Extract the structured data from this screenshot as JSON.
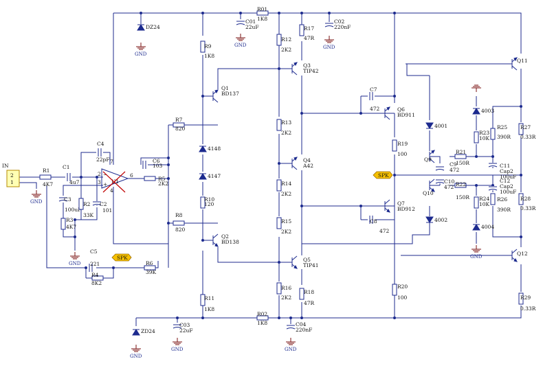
{
  "title": "",
  "input": {
    "name": "IN",
    "pins": [
      "2",
      "1"
    ]
  },
  "gnd_label": "GND",
  "spk_label": "SPK",
  "opamp": {
    "name": "U1",
    "pins": [
      "7",
      "2",
      "3",
      "4",
      "6"
    ]
  },
  "resistors": [
    {
      "id": "R1",
      "value": "4K7"
    },
    {
      "id": "R2",
      "value": "33K"
    },
    {
      "id": "R3",
      "value": "4K7"
    },
    {
      "id": "R4",
      "value": "8K2"
    },
    {
      "id": "R5",
      "value": "2K2"
    },
    {
      "id": "R6",
      "value": "39K"
    },
    {
      "id": "R7",
      "value": "820"
    },
    {
      "id": "R8",
      "value": "820"
    },
    {
      "id": "R9",
      "value": "1K8"
    },
    {
      "id": "R10",
      "value": "120"
    },
    {
      "id": "R11",
      "value": "1K8"
    },
    {
      "id": "R12",
      "value": "2K2"
    },
    {
      "id": "R13",
      "value": "2K2"
    },
    {
      "id": "R14",
      "value": "2K2"
    },
    {
      "id": "R15",
      "value": "2K2"
    },
    {
      "id": "R16",
      "value": "2K2"
    },
    {
      "id": "R17",
      "value": "47R"
    },
    {
      "id": "R18",
      "value": "47R"
    },
    {
      "id": "R19",
      "value": "100"
    },
    {
      "id": "R20",
      "value": "100"
    },
    {
      "id": "R21",
      "value": "150R"
    },
    {
      "id": "R22",
      "value": "150R"
    },
    {
      "id": "R23",
      "value": "10K"
    },
    {
      "id": "R24",
      "value": "10K"
    },
    {
      "id": "R25",
      "value": "390R"
    },
    {
      "id": "R26",
      "value": "390R"
    },
    {
      "id": "R27",
      "value": "0.33R"
    },
    {
      "id": "R28",
      "value": "0.33R"
    },
    {
      "id": "R29",
      "value": "0.33R"
    },
    {
      "id": "R01",
      "value": "1K8"
    },
    {
      "id": "R02",
      "value": "1K8"
    }
  ],
  "capacitors": [
    {
      "id": "C1",
      "value": "4u7"
    },
    {
      "id": "C2",
      "value": "101"
    },
    {
      "id": "C3",
      "value": "100uF"
    },
    {
      "id": "C4",
      "value": "22pF"
    },
    {
      "id": "C5",
      "value": "221"
    },
    {
      "id": "C6",
      "value": "103"
    },
    {
      "id": "C7",
      "value": "472"
    },
    {
      "id": "C8",
      "value": "472"
    },
    {
      "id": "C9",
      "value": "472"
    },
    {
      "id": "C10",
      "value": "472"
    },
    {
      "id": "C11",
      "value": "Cap2",
      "value2": "100uF"
    },
    {
      "id": "C12",
      "value": "Cap2",
      "value2": "100uF"
    },
    {
      "id": "C01",
      "value": "22uF"
    },
    {
      "id": "C02",
      "value": "220nF"
    },
    {
      "id": "C03",
      "value": "22uF"
    },
    {
      "id": "C04",
      "value": "220nF"
    }
  ],
  "transistors": [
    {
      "id": "Q1",
      "part": "BD137"
    },
    {
      "id": "Q2",
      "part": "BD138"
    },
    {
      "id": "Q3",
      "part": "TIP42"
    },
    {
      "id": "Q4",
      "part": "A42"
    },
    {
      "id": "Q5",
      "part": "TIP41"
    },
    {
      "id": "Q6",
      "part": "BD911"
    },
    {
      "id": "Q7",
      "part": "BD912"
    },
    {
      "id": "Q9",
      "part": ""
    },
    {
      "id": "Q10",
      "part": ""
    },
    {
      "id": "Q11",
      "part": ""
    },
    {
      "id": "Q12",
      "part": ""
    }
  ],
  "diodes": [
    {
      "id": "DZ24"
    },
    {
      "id": "ZD24"
    },
    {
      "id": "4148"
    },
    {
      "id": "4147"
    },
    {
      "id": "4001"
    },
    {
      "id": "4002"
    },
    {
      "id": "4003"
    },
    {
      "id": "4004"
    }
  ]
}
